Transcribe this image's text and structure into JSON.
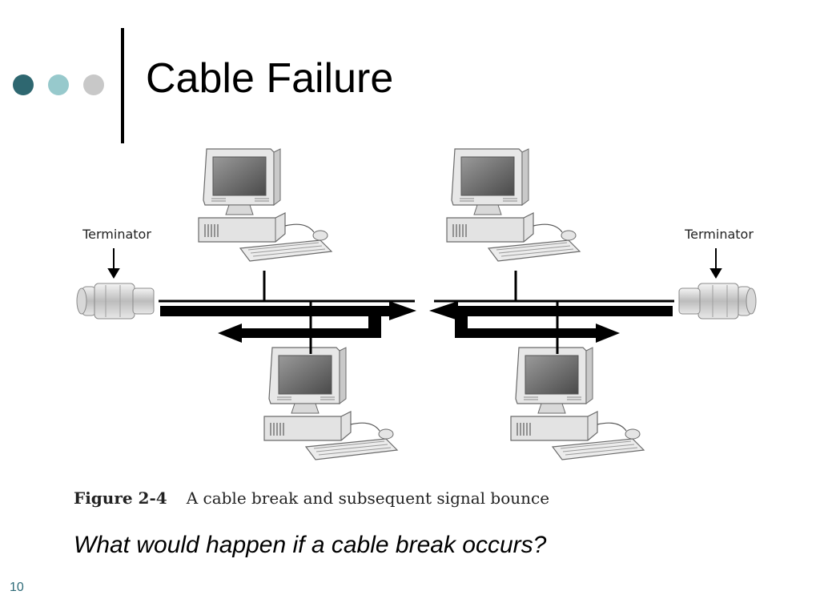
{
  "slide": {
    "title": "Cable Failure",
    "page_number": "10",
    "question": "What would happen if a cable break occurs?"
  },
  "decor": {
    "dot_colors": [
      "#2e6770",
      "#97c9cc",
      "#c8c8c8"
    ]
  },
  "figure": {
    "terminator_left_label": "Terminator",
    "terminator_right_label": "Terminator",
    "caption_number": "Figure 2-4",
    "caption_text": "A cable break and subsequent signal bounce"
  }
}
